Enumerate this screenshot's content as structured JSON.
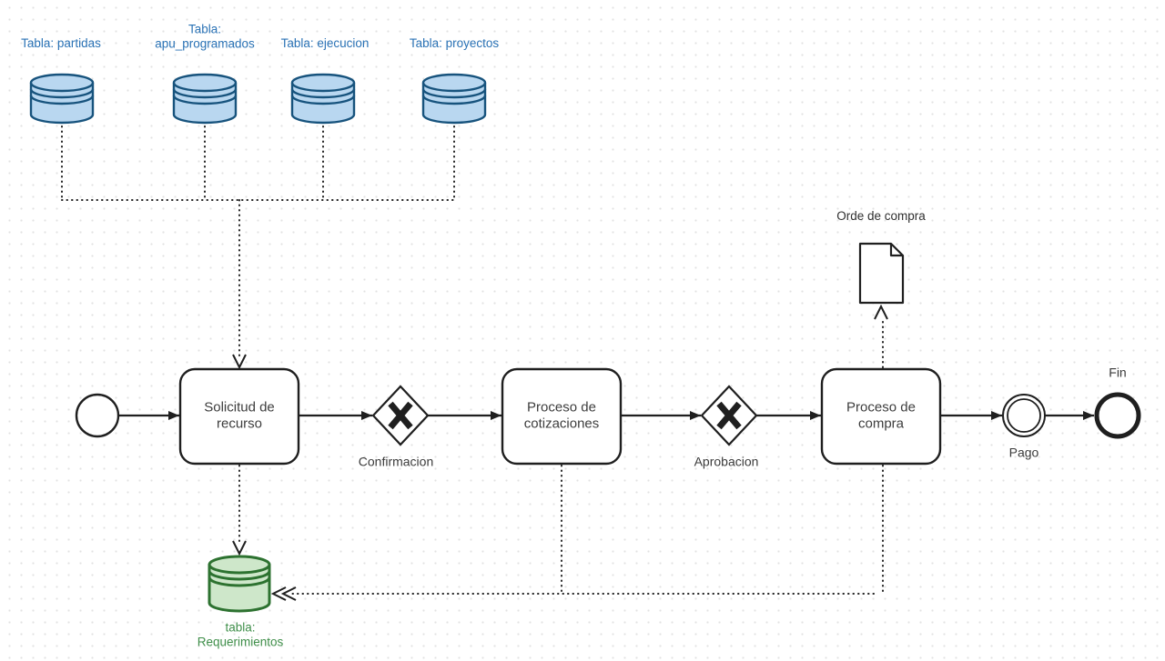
{
  "diagram": {
    "databases": [
      {
        "id": "partidas",
        "label": "Tabla: partidas"
      },
      {
        "id": "apu_programados",
        "label": "Tabla:\napu_programados"
      },
      {
        "id": "ejecucion",
        "label": "Tabla: ejecucion"
      },
      {
        "id": "proyectos",
        "label": "Tabla: proyectos"
      }
    ],
    "tasks": [
      {
        "id": "solicitud",
        "label": "Solicitud de\nrecurso"
      },
      {
        "id": "cotizaciones",
        "label": "Proceso de\ncotizaciones"
      },
      {
        "id": "compra",
        "label": "Proceso de\ncompra"
      }
    ],
    "gateways": [
      {
        "id": "confirmacion",
        "label": "Confirmacion",
        "symbol": "X"
      },
      {
        "id": "aprobacion",
        "label": "Aprobacion",
        "symbol": "X"
      }
    ],
    "events": [
      {
        "id": "inicio",
        "type": "start",
        "label": ""
      },
      {
        "id": "pago",
        "type": "intermediate",
        "label": "Pago"
      },
      {
        "id": "fin",
        "type": "end",
        "label": "Fin"
      }
    ],
    "document": {
      "label": "Orde de compra"
    },
    "datastore": {
      "label": "tabla:\nRequerimientos"
    },
    "colors": {
      "db_fill": "#B9D7F0",
      "db_stroke": "#17537D",
      "db_label": "#2A72B5",
      "store_fill": "#CEE7CA",
      "store_stroke": "#2D7230",
      "store_label": "#3E8E49",
      "line": "#1F1F1F",
      "task_text": "#3A3A3A",
      "background": "#FFFFFF",
      "grid_dot": "#E2E2E2"
    }
  }
}
